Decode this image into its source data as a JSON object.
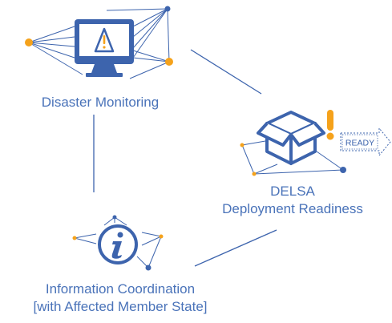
{
  "colors": {
    "primary_blue": "#3d64ad",
    "label_blue": "#4a73b9",
    "accent_orange": "#f5a21b",
    "background": "#ffffff"
  },
  "nodes": {
    "monitoring": {
      "label": "Disaster Monitoring",
      "icon": "monitor-warning-icon"
    },
    "delsa": {
      "label_line1": "DELSA",
      "label_line2": "Deployment Readiness",
      "icon": "box-icon",
      "alert_icon": "exclamation-icon",
      "tag_text": "READY"
    },
    "info": {
      "label_line1": "Information Coordination",
      "label_line2": "[with Affected Member State]",
      "icon": "info-icon"
    }
  }
}
